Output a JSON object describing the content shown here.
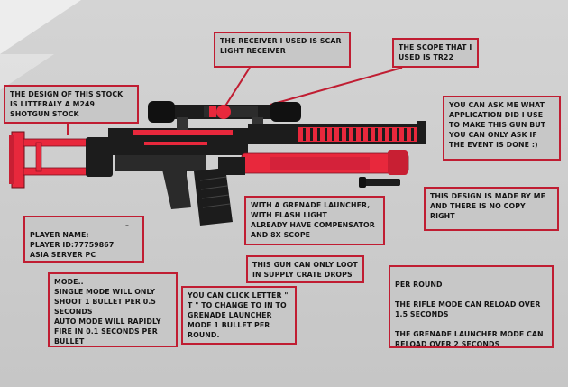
{
  "notes": {
    "stock": "THE DESIGN OF THIS STOCK IS LITTERALY A M249 SHOTGUN STOCK",
    "receiver": "THE RECEIVER I USED IS SCAR LIGHT RECEIVER",
    "scope": "THE SCOPE THAT I USED IS TR22",
    "application": "YOU CAN ASK ME WHAT APPLICATION DID I USE TO MAKE THIS GUN BUT YOU CAN ONLY ASK IF THE EVENT IS DONE :)",
    "design": "THIS DESIGN IS MADE BY ME AND THERE IS NO COPY RIGHT",
    "features": "WITH A GRENADE LAUNCHER, WITH FLASH LIGHT\nALREADY HAVE COMPENSATOR AND 8X SCOPE",
    "player": "PLAYER NAME:\nPLAYER ID:77759867\nASIA SERVER PC",
    "player_mark": "–",
    "loot": "THIS GUN CAN ONLY LOOT IN SUPPLY CRATE DROPS",
    "mode": "MODE..\nSINGLE MODE WILL ONLY SHOOT 1 BULLET PER 0.5 SECONDS\nAUTO MODE WILL RAPIDLY FIRE IN 0.1 SECONDS PER BULLET",
    "grenade": "YOU CAN CLICK LETTER \" T \" TO CHANGE TO IN TO GRENADE LAUNCHER MODE 1 BULLET PER ROUND.",
    "reload": "PER ROUND\n\nTHE RIFLE MODE  CAN RELOAD OVER 1.5 SECONDS\n\nTHE GRENADE LAUNCHER MODE CAN RELOAD OVER 2 SECONDS",
    "reload_mark": "."
  },
  "colors": {
    "accent": "#c01d32",
    "red_part": "#e8283c",
    "dark_part": "#1c1c1c"
  }
}
